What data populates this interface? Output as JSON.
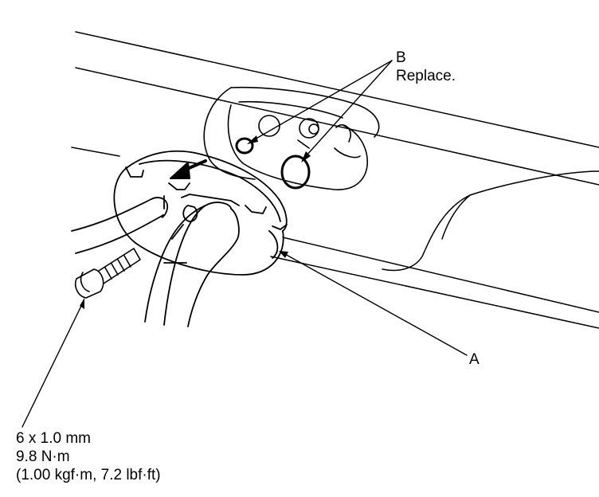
{
  "callouts": {
    "b_letter": "B",
    "b_note": "Replace.",
    "a_letter": "A"
  },
  "bolt_spec": {
    "line1": "6 x 1.0 mm",
    "line2": "9.8 N·m",
    "line3": "(1.00 kgf·m, 7.2 lbf·ft)"
  },
  "colors": {
    "ink": "#000000",
    "paper": "#ffffff"
  }
}
